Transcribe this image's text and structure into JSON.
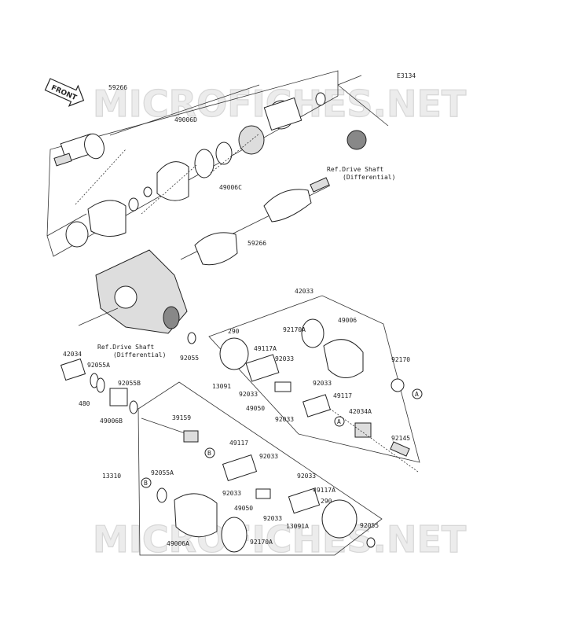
{
  "diagram_code": "E3134",
  "front_label": "FRONT",
  "watermark": "MICROFICHES.NET",
  "ref_top": {
    "line1": "Ref.Drive Shaft",
    "line2": "(Differential)"
  },
  "ref_left": {
    "line1": "Ref.Drive Shaft",
    "line2": "(Differential)"
  },
  "markers": {
    "A": "A",
    "B": "B"
  },
  "parts": {
    "p59266_top": "59266",
    "p49006D": "49006D",
    "p49006C": "49006C",
    "p59266_mid": "59266",
    "p42033": "42033",
    "p290_a": "290",
    "p92170A_a": "92170A",
    "p49006": "49006",
    "p49117A_a": "49117A",
    "p92033_a": "92033",
    "p92170": "92170",
    "p92055_a": "92055",
    "p13091": "13091",
    "p92033_b": "92033",
    "p92033_c": "92033",
    "p49117_a": "49117",
    "p49050_a": "49050",
    "p92033_d": "92033",
    "p42034A": "42034A",
    "p42034": "42034",
    "p92055A_a": "92055A",
    "p92055B": "92055B",
    "p480": "480",
    "p49006B": "49006B",
    "p39159": "39159",
    "p92145": "92145",
    "p49117_b": "49117",
    "p92033_e": "92033",
    "p13310": "13310",
    "p92055A_b": "92055A",
    "p92033_f": "92033",
    "p92033_g": "92033",
    "p49117A_b": "49117A",
    "p49050_b": "49050",
    "p290_b": "290",
    "p92033_h": "92033",
    "p13091A": "13091A",
    "p92055_b": "92055",
    "p49006A": "49006A",
    "p92170A_b": "92170A"
  }
}
